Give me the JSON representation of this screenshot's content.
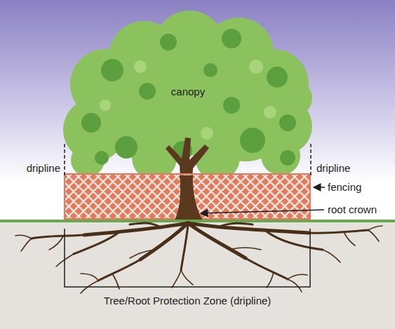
{
  "diagram": {
    "labels": [
      "canopy",
      "dripline",
      "dripline",
      "fencing",
      "root crown",
      "Tree/Root Protection Zone (dripline)"
    ]
  }
}
